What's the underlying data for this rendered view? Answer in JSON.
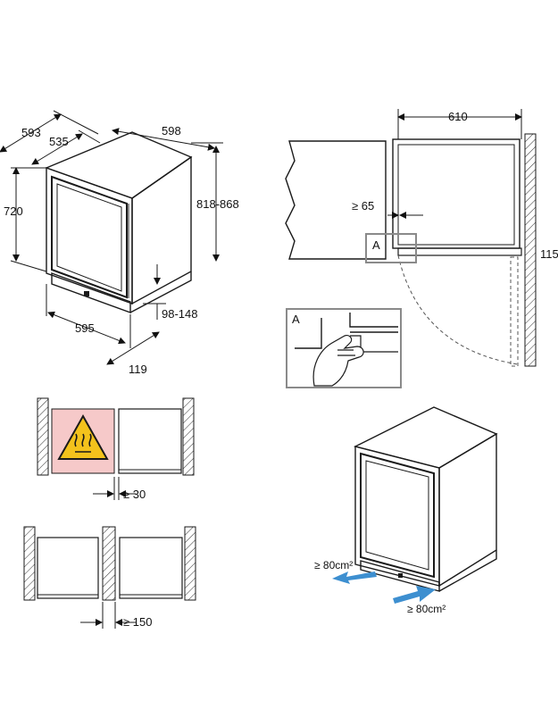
{
  "dimensions": {
    "depth_total": "593",
    "depth_body": "535",
    "width_top": "598",
    "height_body": "720",
    "height_adjustable": "818-868",
    "width_front": "595",
    "plinth": "98-148",
    "door_offset": "119"
  },
  "door_swing": {
    "door_opening_width": "610",
    "min_clearance": "≥ 65",
    "detail_marker": "A",
    "detail_label": "A",
    "height_cut": "115"
  },
  "side_clearance": {
    "heat_source_gap": "≥ 30",
    "appliance_gap": "≥ 150"
  },
  "ventilation": {
    "air_outlet": "≥ 80cm²",
    "air_inlet": "≥ 80cm²"
  },
  "colors": {
    "line": "#1a1a1a",
    "warning_bg": "#f6c9c9",
    "warning_yellow": "#f3c21c",
    "arrow_blue": "#3d8fd0",
    "frame_gray": "#8a8a8a"
  },
  "icons": {
    "warning": "hot-surface-warning-icon",
    "hand": "hand-icon",
    "airflow": "airflow-arrow-icon"
  }
}
